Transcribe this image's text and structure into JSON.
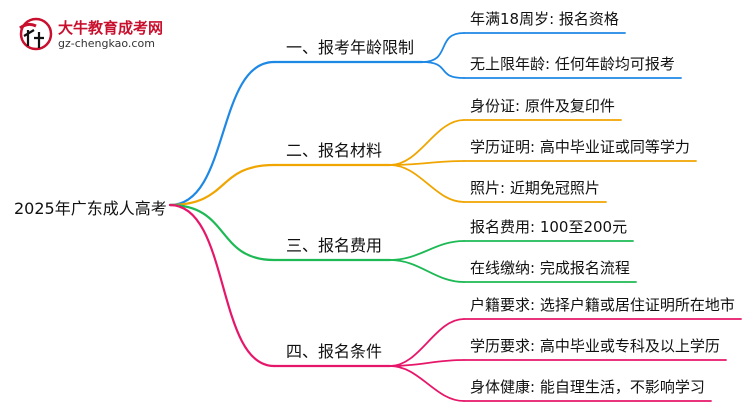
{
  "logo": {
    "name": "大牛教育成考网",
    "url": "gz-chengkao.com"
  },
  "root": "2025年广东成人高考",
  "branches": [
    {
      "label": "一、报考年龄限制",
      "color": "#1e88e5",
      "items": [
        "年满18周岁: 报名资格",
        "无上限年龄: 任何年龄均可报考"
      ]
    },
    {
      "label": "二、报名材料",
      "color": "#f0a500",
      "items": [
        "身份证: 原件及复印件",
        "学历证明: 高中毕业证或同等学力",
        "照片: 近期免冠照片"
      ]
    },
    {
      "label": "三、报名费用",
      "color": "#1db954",
      "items": [
        "报名费用: 100至200元",
        "在线缴纳: 完成报名流程"
      ]
    },
    {
      "label": "四、报名条件",
      "color": "#e6176b",
      "items": [
        "户籍要求: 选择户籍或居住证明所在地市",
        "学历要求: 高中毕业或专科及以上学历",
        "身体健康: 能自理生活，不影响学习"
      ]
    }
  ]
}
